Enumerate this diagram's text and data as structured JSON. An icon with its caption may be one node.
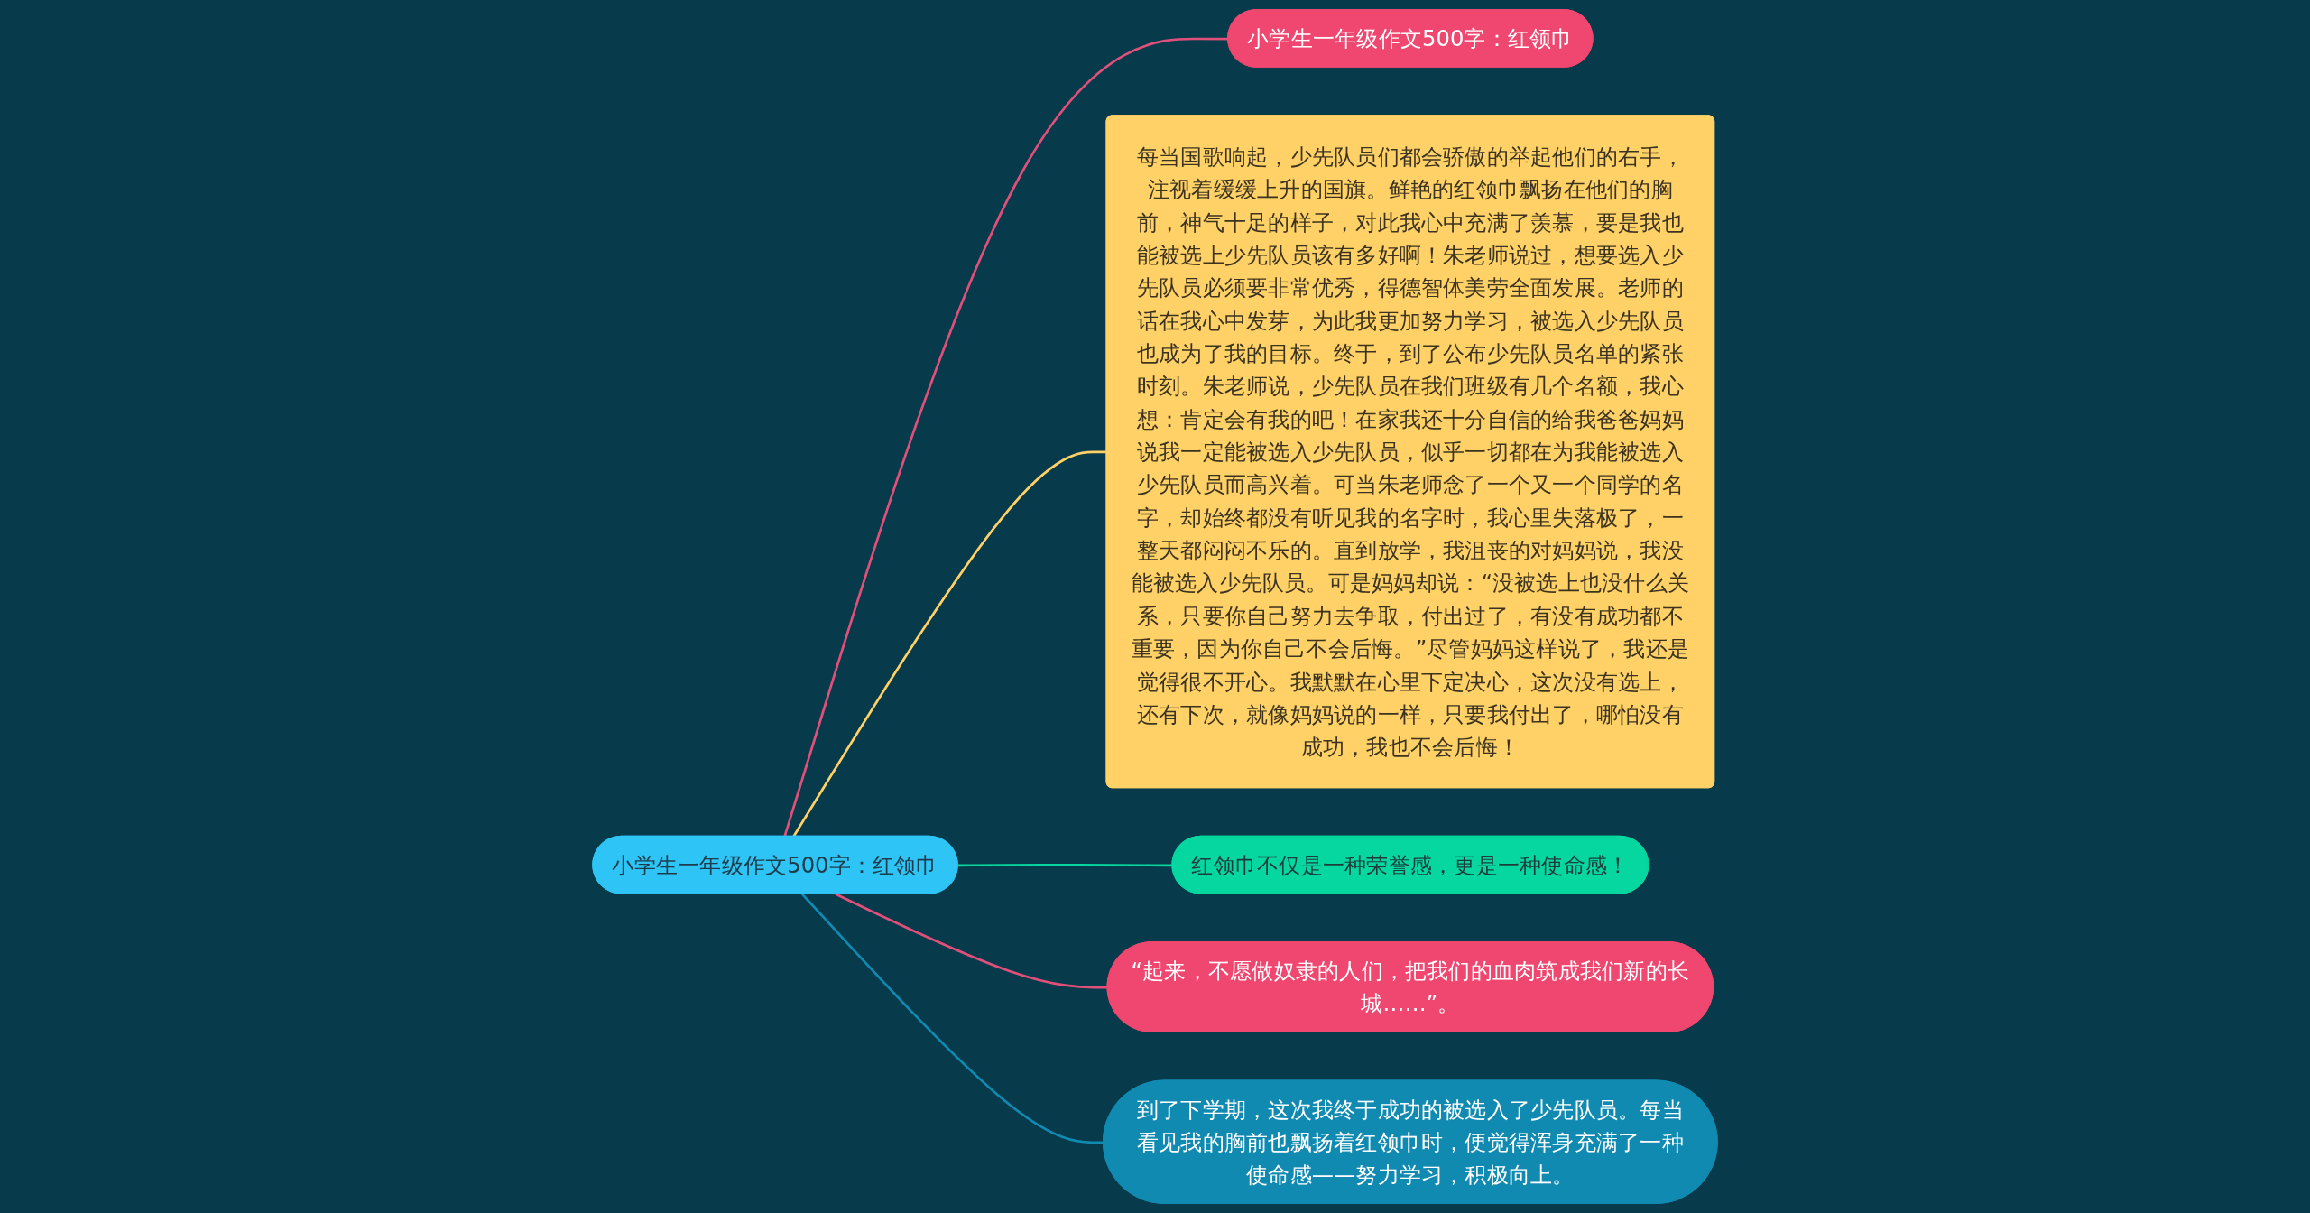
{
  "diagram": {
    "nodes": [
      {
        "text": [
          "小学生一年级作文500字：红领巾"
        ]
      },
      {
        "text": [
          "小学生一年级作文500字：红领巾"
        ]
      },
      {
        "text": [
          "每当国歌响起，少先队员们都会骄傲的举起他们的右手，注视着缓缓上升的国旗。鲜艳的红领巾飘扬在他们的胸前，神气十足的样子，对此我心中充满了羡慕，要是我也能被选上少先队员该有多好啊！朱老师说过，想要选入少先队员必须要非常优秀，得德智体美劳全面发展。老师的话在我心中发芽，为此我更加努力学习，被选入少先队员也成为了我的目标。终于，到了公布少先队员名单的紧张时刻。朱老师说，少先队员在我们班级有几个名额，我心想：肯定会有我的吧！在家我还十分自信的给我爸爸妈妈说我一定能被选入少先队员，似乎一切都在为我能被选入少先队员而高兴着。可当朱老师念了一个又一个同学的名字，却始终都没有听见我的名字时，我心里失落极了，一整天都闷闷不乐的。直到放学，我沮丧的对妈妈说，我没能被选入少先队员。可是妈妈却说：“没被选上也没什么关系，只要你自己努力去争取，付出过了，有没有成功都不重要，因为你自己不会后悔。”尽管妈妈这样说了，我还是觉得很不开心。我默默在心里下定决心，这次没有选上，还有下次，就像妈妈说的一样，只要我付出了，哪怕没有成功，我也不会后悔！"
        ]
      },
      {
        "text": [
          "红领巾不仅是一种荣誉感，更是一种使命感！"
        ]
      },
      {
        "text": [
          "“起来，不愿做奴隶的人们，把我们的血肉筑成我们新的长城……”。"
        ]
      },
      {
        "text": [
          "到了下学期，这次我终于成功的被选入了少先队员。每当看见我的胸前也飘扬着红领巾时，便觉得浑身充满了一种使命感——努力学习，积极向上。"
        ]
      }
    ],
    "edges": [
      {
        "from": 0,
        "to": 1,
        "arrow": "none",
        "color": "#e0507a"
      },
      {
        "from": 0,
        "to": 2,
        "arrow": "none",
        "color": "#ffd166"
      },
      {
        "from": 0,
        "to": 3,
        "arrow": "none",
        "color": "#06d6a0"
      },
      {
        "from": 0,
        "to": 4,
        "arrow": "none",
        "color": "#e0507a"
      },
      {
        "from": 0,
        "to": 5,
        "arrow": "none",
        "color": "#118ab2"
      }
    ]
  }
}
